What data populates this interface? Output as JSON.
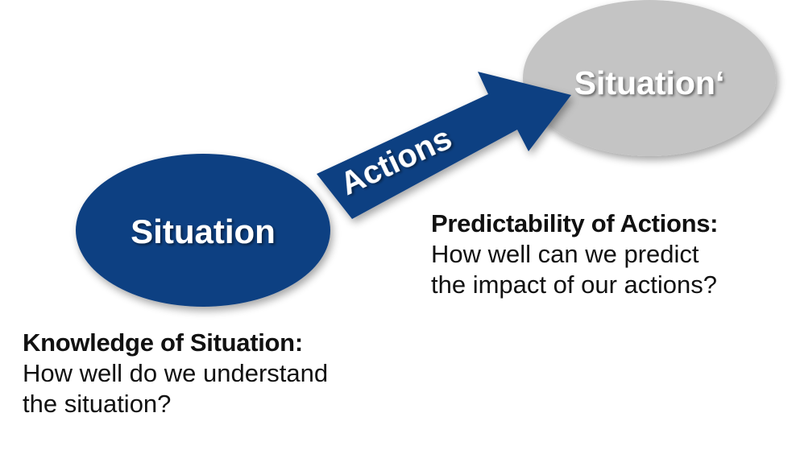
{
  "colors": {
    "primary_blue": "#0d3f82",
    "secondary_gray": "#c4c4c4",
    "node_text": "#ffffff",
    "caption_text": "#111111"
  },
  "nodes": {
    "start": {
      "label": "Situation"
    },
    "end": {
      "label": "Situation‘"
    }
  },
  "edge": {
    "label": "Actions"
  },
  "captions": {
    "knowledge": {
      "heading": "Knowledge of Situation:",
      "line1": "How well do we understand",
      "line2": "the situation?"
    },
    "predictability": {
      "heading": "Predictability of Actions:",
      "line1": "How well can we predict",
      "line2": "the impact of our actions?"
    }
  }
}
